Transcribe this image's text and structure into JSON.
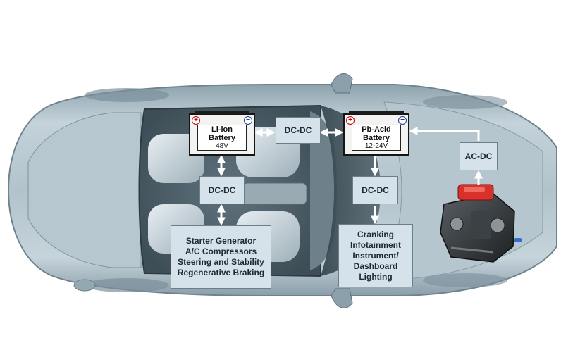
{
  "batteries": {
    "li_ion": {
      "line1": "Li-ion",
      "line2": "Battery",
      "voltage": "48V"
    },
    "pb_acid": {
      "line1": "Pb-Acid",
      "line2": "Battery",
      "voltage": "12-24V"
    },
    "positive_symbol": "+",
    "negative_symbol": "−"
  },
  "converters": {
    "dcdc_middle": "DC-DC",
    "dcdc_left": "DC-DC",
    "dcdc_right": "DC-DC",
    "acdc": "AC-DC"
  },
  "loads": {
    "high_voltage": [
      "Starter Generator",
      "A/C Compressors",
      "Steering and Stability",
      "Regenerative Braking"
    ],
    "low_voltage": [
      "Cranking",
      "Infotainment",
      "Instrument/",
      "Dashboard",
      "Lighting"
    ]
  },
  "icons": [
    "car-top-view-icon",
    "engine-icon"
  ],
  "colors": {
    "converter_fill": "#d6e2ea",
    "converter_border": "#6c7e8b",
    "arrow": "#ffffff",
    "terminal_positive": "#c00000",
    "terminal_negative": "#1f3a93",
    "car_body": "#a9bcc6",
    "engine_cover": "#d8302a"
  }
}
